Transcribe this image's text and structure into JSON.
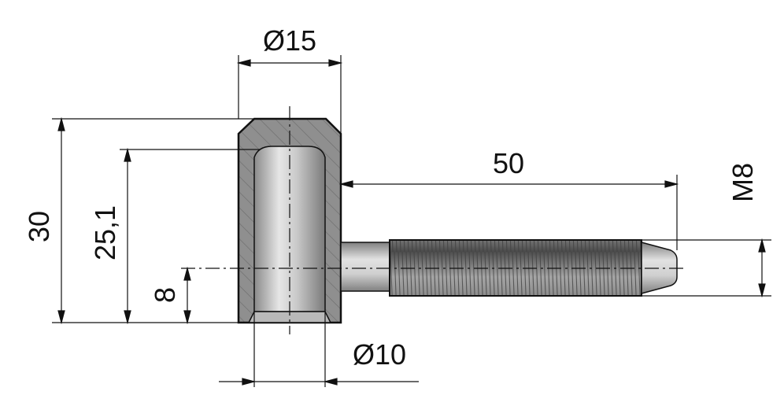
{
  "dimensions": {
    "head_diameter": "Ø15",
    "bore_diameter": "Ø10",
    "overall_height": "30",
    "bore_depth": "25,1",
    "pin_offset": "8",
    "pin_length": "50",
    "thread": "M8"
  },
  "colors": {
    "line": "#111111",
    "section_fill": "#8d8d8d",
    "hatch": "#5a5a5a",
    "bore_light": "#e4e4e4",
    "bore_dark": "#7c7c7c",
    "thread_dark": "#5e5e5e",
    "thread_light": "#a9a9a9"
  }
}
